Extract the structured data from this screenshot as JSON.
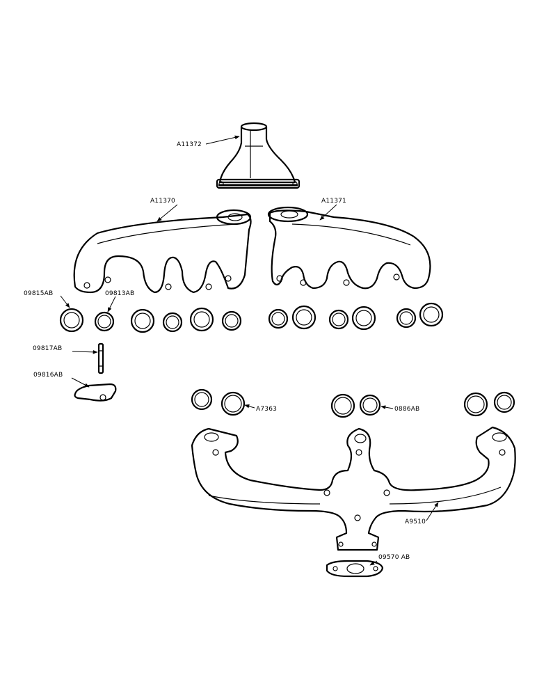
{
  "parts": [
    {
      "id": "p1",
      "label": "A11372"
    },
    {
      "id": "p2",
      "label": "A11370"
    },
    {
      "id": "p3",
      "label": "A11371"
    },
    {
      "id": "p4",
      "label": "09815AB"
    },
    {
      "id": "p5",
      "label": "09813AB"
    },
    {
      "id": "p6",
      "label": "09817AB"
    },
    {
      "id": "p7",
      "label": "09816AB"
    },
    {
      "id": "p8",
      "label": "A7363"
    },
    {
      "id": "p9",
      "label": "0886AB"
    },
    {
      "id": "p10",
      "label": "A9510"
    },
    {
      "id": "p11",
      "label": "09570 AB"
    }
  ]
}
